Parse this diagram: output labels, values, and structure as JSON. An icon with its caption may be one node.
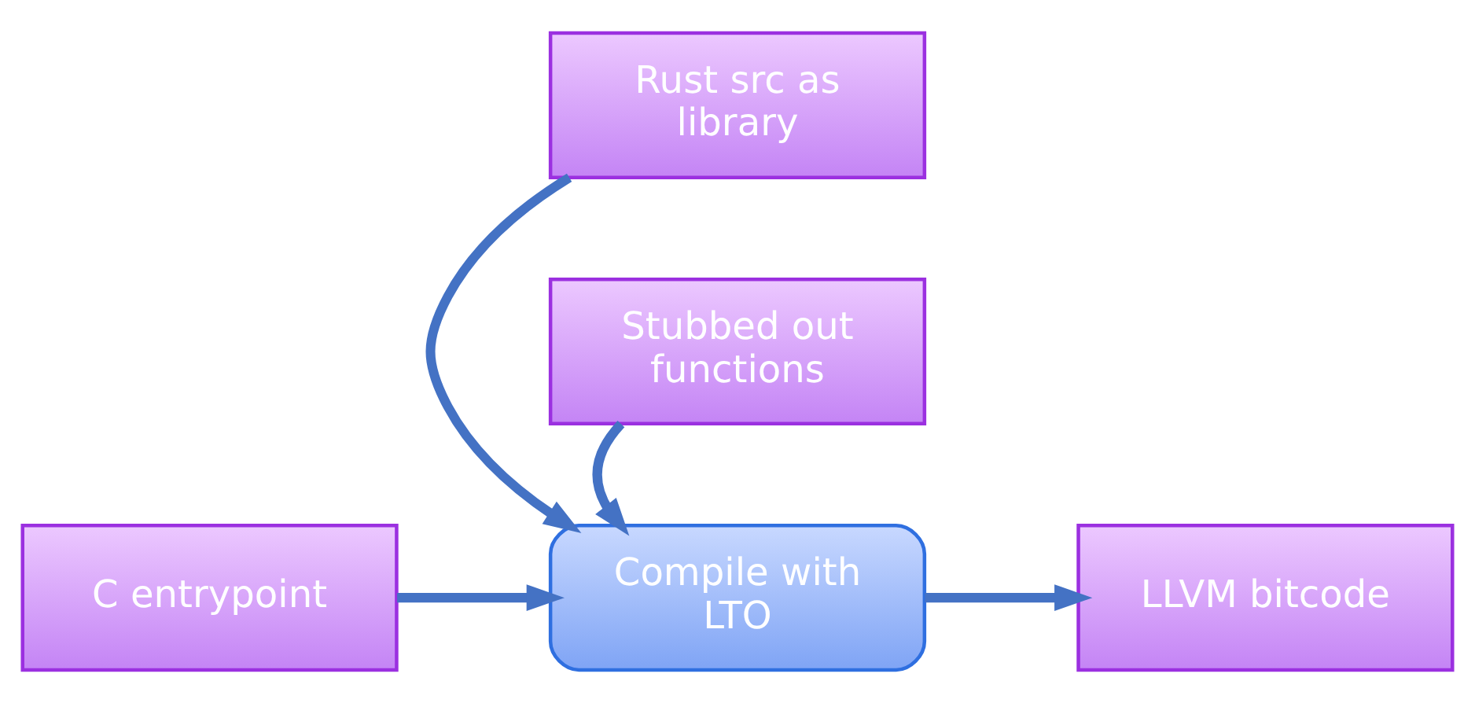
{
  "diagram": {
    "nodes": [
      {
        "text": [
          "Rust src as library"
        ]
      },
      {
        "text": [
          "C entrypoint"
        ]
      },
      {
        "text": [
          "Compile with LTO"
        ]
      },
      {
        "text": [
          "LLVM bitcode"
        ]
      },
      {
        "text": [
          "Stubbed out functions"
        ]
      }
    ],
    "edges": [
      {
        "from": 0,
        "to": 2,
        "arrow": "to"
      },
      {
        "from": 1,
        "to": 2,
        "arrow": "to"
      },
      {
        "from": 2,
        "to": 3,
        "arrow": "to"
      },
      {
        "from": 4,
        "to": 2,
        "arrow": "to"
      }
    ]
  }
}
